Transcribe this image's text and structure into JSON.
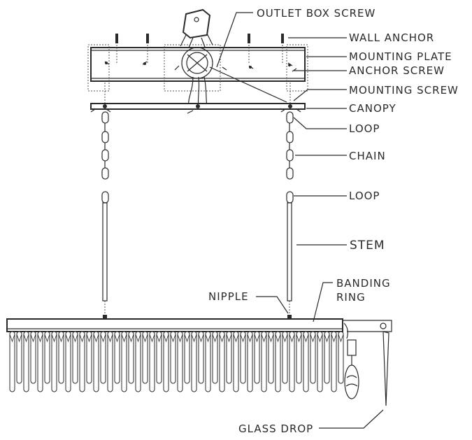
{
  "diagram": {
    "labels": {
      "outlet_box_screw": "OUTLET BOX SCREW",
      "wall_anchor": "WALL ANCHOR",
      "mounting_plate": "MOUNTING PLATE",
      "anchor_screw": "ANCHOR SCREW",
      "mounting_screw": "MOUNTING SCREW",
      "canopy": "CANOPY",
      "loop_top": "LOOP",
      "chain": "CHAIN",
      "loop_bottom": "LOOP",
      "stem": "STEM",
      "banding_ring_line1": "BANDING",
      "banding_ring_line2": "RING",
      "nipple": "NIPPLE",
      "glass_drop": "GLASS DROP"
    }
  }
}
